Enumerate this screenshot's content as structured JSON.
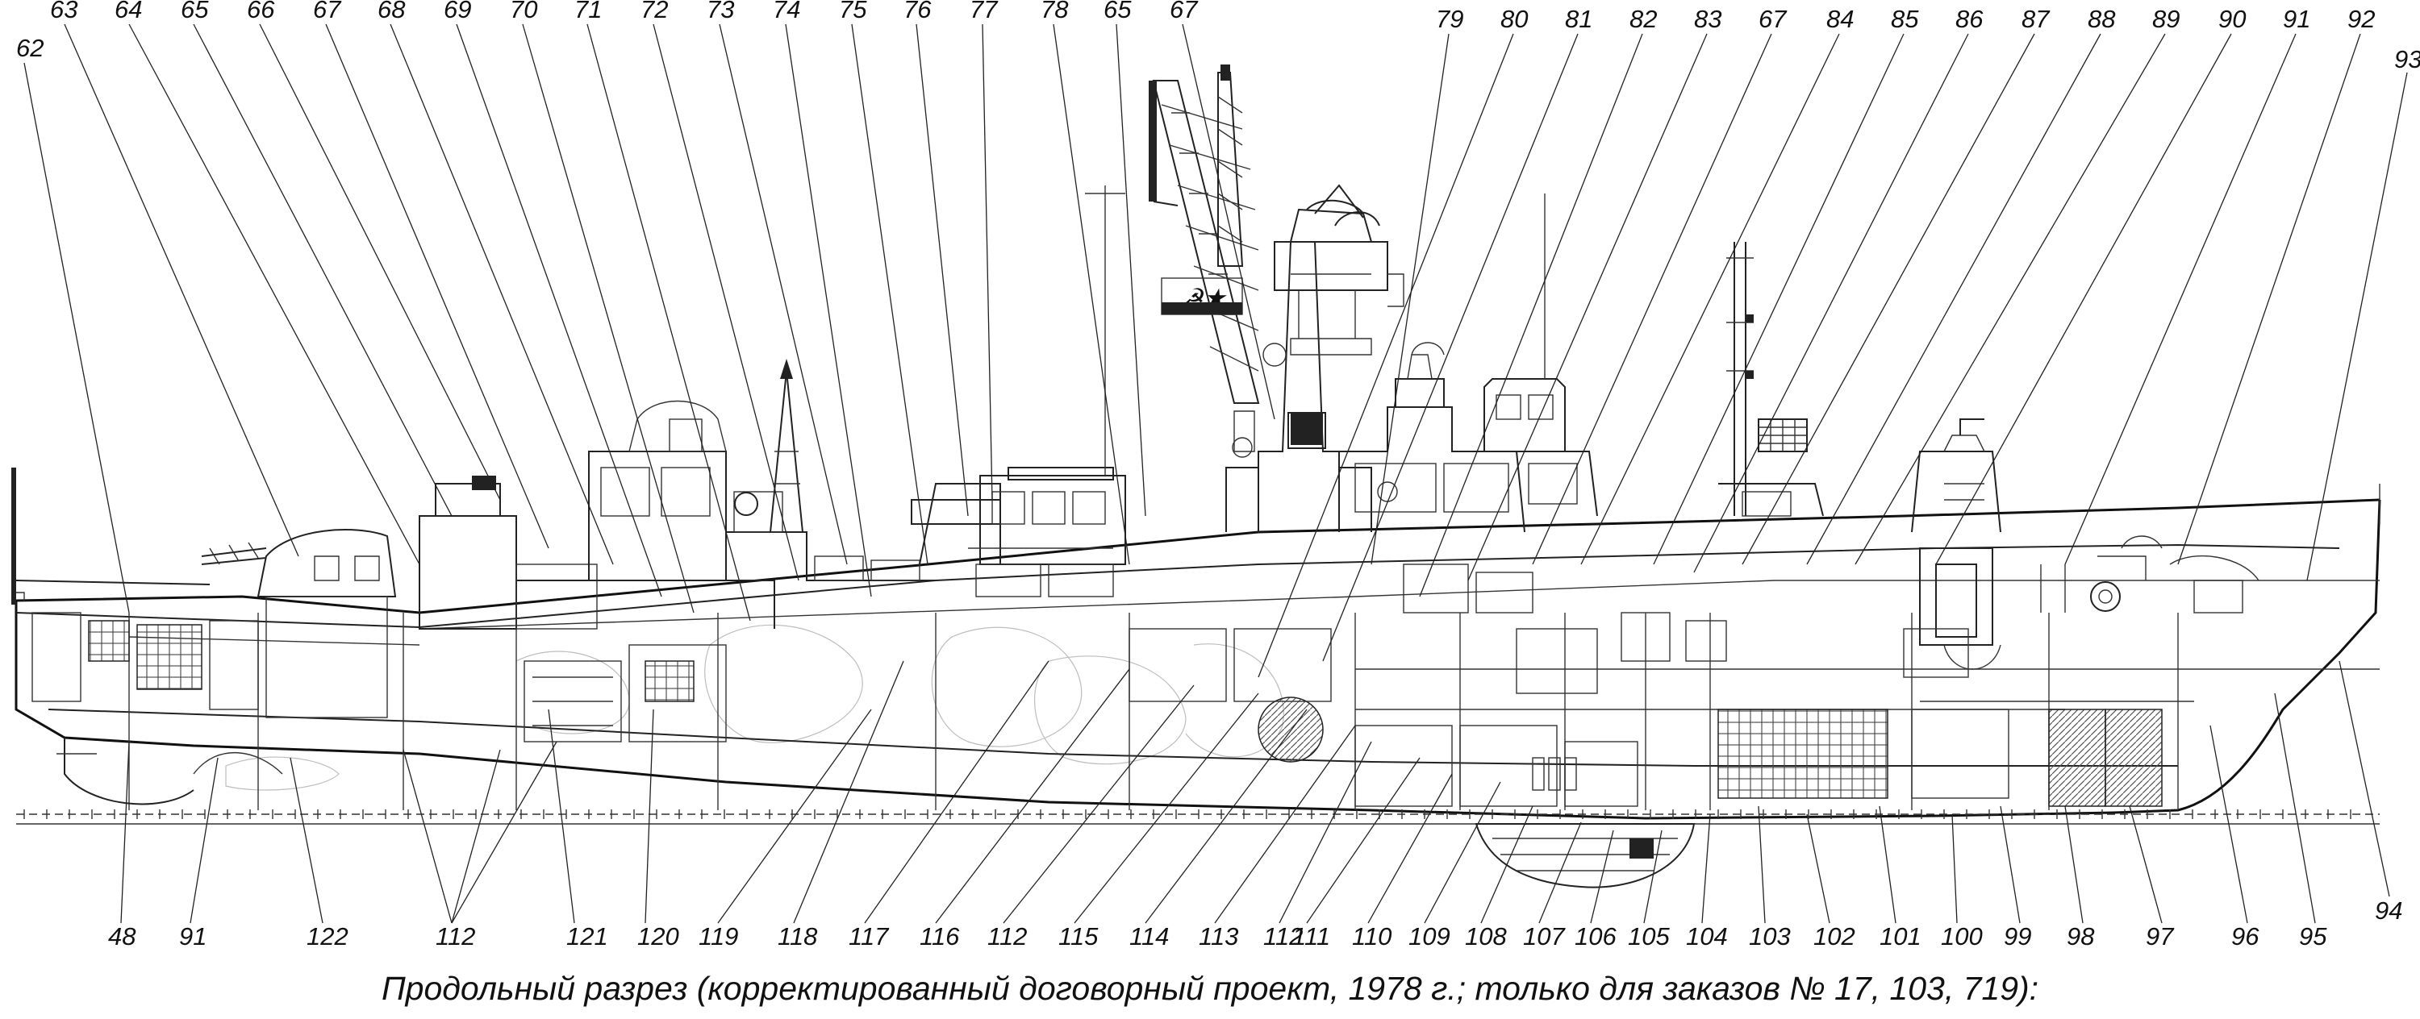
{
  "caption": "Продольный разрез (корректированный договорный проект, 1978 г.; только для заказов № 17, 103, 719):",
  "top_callouts": [
    "62",
    "63",
    "64",
    "65",
    "66",
    "67",
    "68",
    "69",
    "70",
    "71",
    "72",
    "73",
    "74",
    "75",
    "76",
    "77",
    "78",
    "65",
    "67",
    "79",
    "80",
    "81",
    "82",
    "83",
    "67",
    "84",
    "85",
    "86",
    "87",
    "88",
    "89",
    "90",
    "91",
    "92",
    "93"
  ],
  "bottom_callouts": [
    "48",
    "91",
    "122",
    "112",
    "121",
    "120",
    "119",
    "118",
    "117",
    "116",
    "112",
    "115",
    "114",
    "113",
    "112",
    "111",
    "110",
    "109",
    "108",
    "107",
    "106",
    "105",
    "104",
    "103",
    "102",
    "101",
    "100",
    "99",
    "98",
    "97",
    "96",
    "95",
    "94"
  ],
  "flag_symbols": "☭★"
}
